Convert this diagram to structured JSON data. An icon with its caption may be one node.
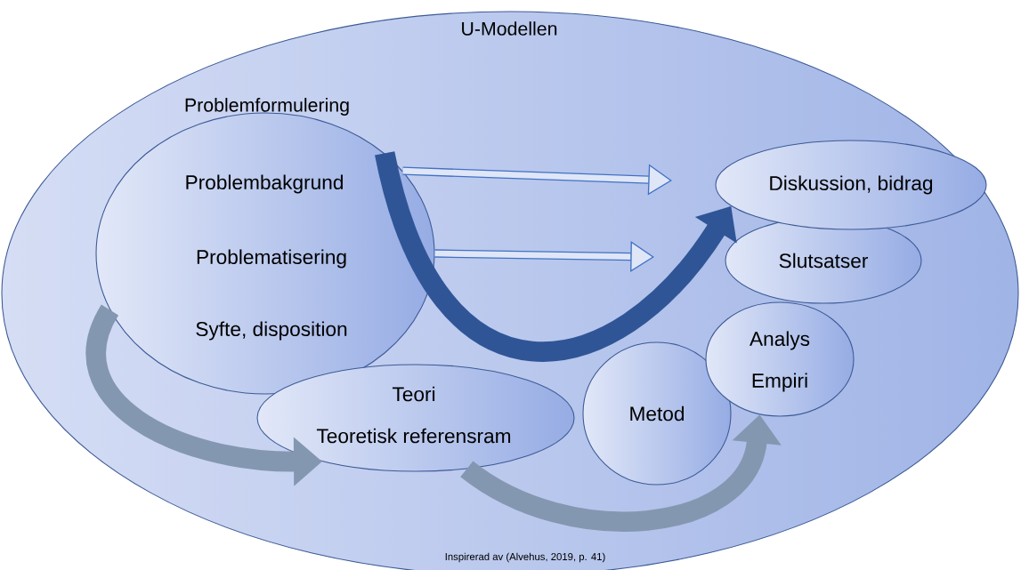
{
  "diagram": {
    "nodes": [
      {
        "text": [
          "U-Modellen"
        ]
      },
      {
        "text": [
          "Problemformulering",
          "Problembakgrund",
          "Problematisering",
          "Syfte, disposition"
        ],
        "in": 0
      },
      {
        "text": [
          "Teori",
          "Teoretisk referensram"
        ],
        "in": 0
      },
      {
        "text": [
          "Metod"
        ],
        "in": 0
      },
      {
        "text": [
          "Analys",
          "Empiri"
        ],
        "in": 0
      },
      {
        "text": [
          "Slutsatser"
        ],
        "in": 0
      },
      {
        "text": [
          "Diskussion, bidrag"
        ],
        "in": 0
      }
    ],
    "edges": [
      {
        "from": 1,
        "to": 2,
        "arrow": "to",
        "color": "#8497b0"
      },
      {
        "from": 1,
        "to": 6,
        "arrow": "to",
        "color": "#2f5597"
      },
      {
        "from": 1,
        "to": null,
        "arrow": "to"
      },
      {
        "from": 1,
        "to": null,
        "arrow": "to"
      },
      {
        "from": 2,
        "to": 4,
        "arrow": "to",
        "color": "#8497b0"
      }
    ],
    "caption": "Inspirerad av (Alvehus, 2019, p. 41)"
  }
}
